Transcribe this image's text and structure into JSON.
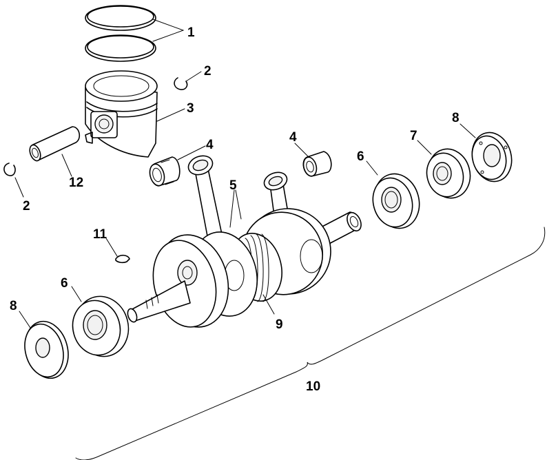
{
  "labels": {
    "l1": "1",
    "l2a": "2",
    "l2b": "2",
    "l3": "3",
    "l4a": "4",
    "l4b": "4",
    "l5": "5",
    "l6a": "6",
    "l6b": "6",
    "l7": "7",
    "l8a": "8",
    "l8b": "8",
    "l9": "9",
    "l10": "10",
    "l11": "11",
    "l12": "12"
  }
}
